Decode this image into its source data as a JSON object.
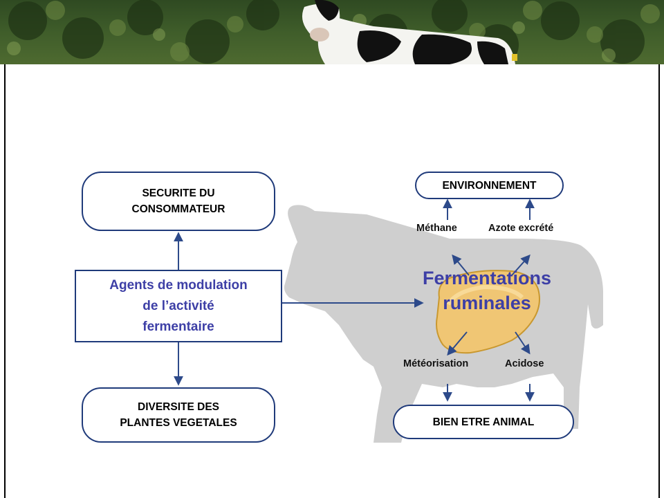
{
  "diagram": {
    "consumer_safety": "SECURITE DU\nCONSOMMATEUR",
    "plant_diversity": "DIVERSITE DES\nPLANTES VEGETALES",
    "modulation_agents": "Agents de modulation\nde l’activité\nfermentaire",
    "environment": "ENVIRONNEMENT",
    "animal_welfare": "BIEN ETRE ANIMAL",
    "methane": "Méthane",
    "nitrogen": "Azote excrété",
    "bloat": "Météorisation",
    "acidosis": "Acidose",
    "fermentation": "Fermentations\nruminales"
  },
  "colors": {
    "box_border": "#1f3a7a",
    "arrow": "#2d4a8a",
    "accent_text": "#3d3fa6",
    "cow_silhouette": "#cfcfcf",
    "rumen": "#f0c674"
  }
}
